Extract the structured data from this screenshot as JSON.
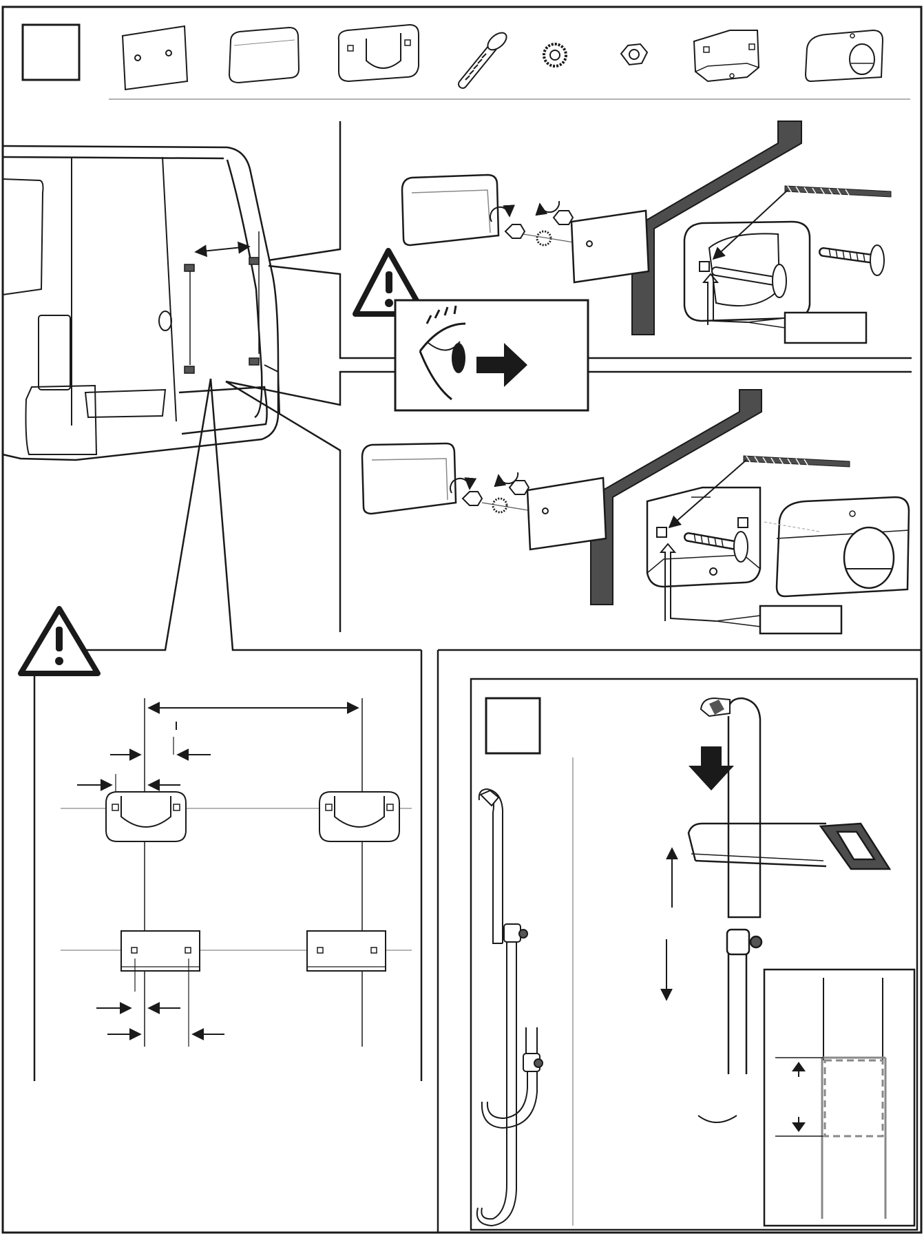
{
  "page": {
    "type": "assembly-instruction-sheet",
    "panels": [
      "step-parts-list",
      "mounting-height-detail",
      "bracket-spacing-detail",
      "pipe-cutting-step"
    ]
  },
  "colors": {
    "line": "#1a1a1a",
    "thin_line": "#555555",
    "dark_fill": "#4d4d4d",
    "light_fill": "#ffffff",
    "dashed": "#888888"
  },
  "icons": {
    "warning": "warning-triangle-icon",
    "eye": "eye-icon",
    "direction_arrow": "right-arrow-icon",
    "drill": "drill-bit-icon",
    "saw": "hacksaw-icon"
  },
  "parts": [
    "mounting-plate",
    "cover-cap",
    "saddle-clamp",
    "carriage-bolt",
    "lock-washer",
    "hex-nut",
    "angle-bracket",
    "bracket-cover"
  ]
}
